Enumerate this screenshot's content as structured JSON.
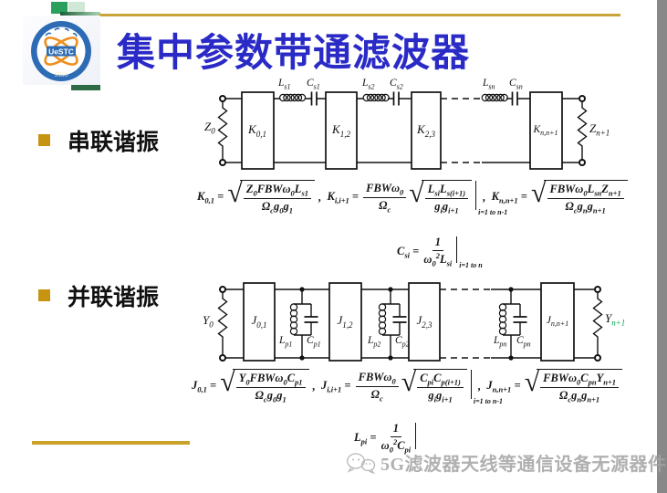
{
  "slide": {
    "title": "集中参数带通滤波器",
    "title_color": "#2a2ac6"
  },
  "logo": {
    "abbr": "UeSTC",
    "year": "1956",
    "ring_color": "#2d6cb5",
    "accent_color": "#ef8f1f"
  },
  "decor": {
    "top_line_color": "#c9a43b",
    "bottom_line_color": "#c9a227",
    "bullet_color": "#c79411",
    "green_dark": "#1e5c38",
    "green_bright": "#2ba05c",
    "green_pale": "#cfe9d6"
  },
  "sections": {
    "series": {
      "bullet_label": "串联谐振"
    },
    "parallel": {
      "bullet_label": "并联谐振"
    }
  },
  "series_circuit": {
    "labels": {
      "z0": "Z~0~",
      "k01": "K~0,1~",
      "ls1": "L~s1~",
      "cs1": "C~s1~",
      "k12": "K~1,2~",
      "ls2": "L~s2~",
      "cs2": "C~s2~",
      "k23": "K~2,3~",
      "lsn": "L~sn~",
      "csn": "C~sn~",
      "knn1": "K~n,n+1~",
      "zn1": "Z~n+1~"
    }
  },
  "parallel_circuit": {
    "labels": {
      "y0": "Y~0~",
      "j01": "J~0,1~",
      "lp1": "L~p1~",
      "cp1": "C~p1~",
      "j12": "J~1,2~",
      "lp2": "L~p2~",
      "cp2": "C~p2~",
      "j23": "J~2,3~",
      "lpn": "L~pn~",
      "cpn": "C~pn~",
      "jnn1": "J~n,n+1~",
      "yn1": "Y~n+1~"
    },
    "yn1_sub_color": "#00a651"
  },
  "formulas": {
    "k_row": [
      {
        "t": "m",
        "v": "K~0,1~ = "
      },
      {
        "t": "sf",
        "n": "Z~0~FBWω~0~L~s1~",
        "d": "Ω~c~g~0~g~1~"
      },
      {
        "t": "m",
        "v": " ,  "
      },
      {
        "t": "m",
        "v": "K~i,i+1~ = "
      },
      {
        "t": "f",
        "n": "FBWω~0~",
        "d": "Ω~c~"
      },
      {
        "t": "sf",
        "n": "L~si~L~s(i+1)~",
        "d": "g~i~g~i+1~"
      },
      {
        "t": "b",
        "s": "i=1 to n-1"
      },
      {
        "t": "m",
        "v": " ,  "
      },
      {
        "t": "m",
        "v": "K~n,n+1~ = "
      },
      {
        "t": "sf",
        "n": "FBWω~0~L~sn~Z~n+1~",
        "d": "Ω~c~g~n~g~n+1~"
      }
    ],
    "c_si": [
      {
        "t": "m",
        "v": "C~si~ = "
      },
      {
        "t": "f",
        "n": "1",
        "d": "ω~0~^2^L~si~"
      },
      {
        "t": "b",
        "s": "i=1 to n"
      }
    ],
    "j_row": [
      {
        "t": "m",
        "v": "J~0,1~ = "
      },
      {
        "t": "sf",
        "n": "Y~0~FBWω~0~C~p1~",
        "d": "Ω~c~g~0~g~1~"
      },
      {
        "t": "m",
        "v": " ,  "
      },
      {
        "t": "m",
        "v": "J~i,i+1~ = "
      },
      {
        "t": "f",
        "n": "FBWω~0~",
        "d": "Ω~c~"
      },
      {
        "t": "sf",
        "n": "C~pi~C~p(i+1)~",
        "d": "g~i~g~i+1~"
      },
      {
        "t": "b",
        "s": "i=1 to n-1"
      },
      {
        "t": "m",
        "v": " ,  "
      },
      {
        "t": "m",
        "v": "J~n,n+1~ = "
      },
      {
        "t": "sf",
        "n": "FBWω~0~C~pn~Y~n+1~",
        "d": "Ω~c~g~n~g~n+1~"
      }
    ],
    "l_pi": [
      {
        "t": "m",
        "v": "L~pi~ = "
      },
      {
        "t": "f",
        "n": "1",
        "d": "ω~0~^2^C~pi~"
      },
      {
        "t": "b",
        "s": ""
      }
    ]
  },
  "watermark": {
    "icon": "wechat-icon",
    "text": "5G滤波器天线等通信设备无源器件"
  }
}
